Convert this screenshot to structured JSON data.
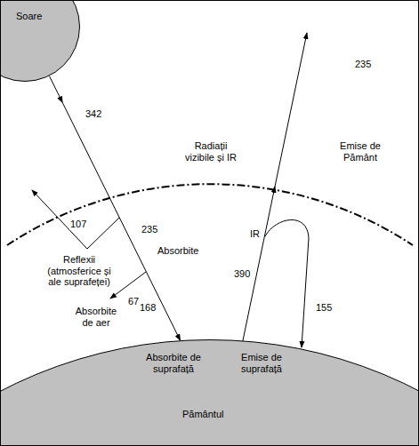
{
  "diagram": {
    "nodes": [
      {
        "text": [
          "Soare"
        ]
      },
      {
        "text": [
          "Absorbite de suprafață",
          "Emise de suprafață",
          "Pământul"
        ]
      }
    ],
    "edges": [
      {
        "from": 0,
        "to": 1,
        "arrow": "to",
        "label": "342"
      }
    ],
    "labels": [
      "Radiații vizibile și IR",
      "107",
      "235",
      "Reflexii (atmosferice și ale suprafeței)",
      "Absorbite",
      "67",
      "Absorbite de aer",
      "168",
      "235",
      "Emise de Pământ",
      "IR",
      "390",
      "155"
    ]
  }
}
